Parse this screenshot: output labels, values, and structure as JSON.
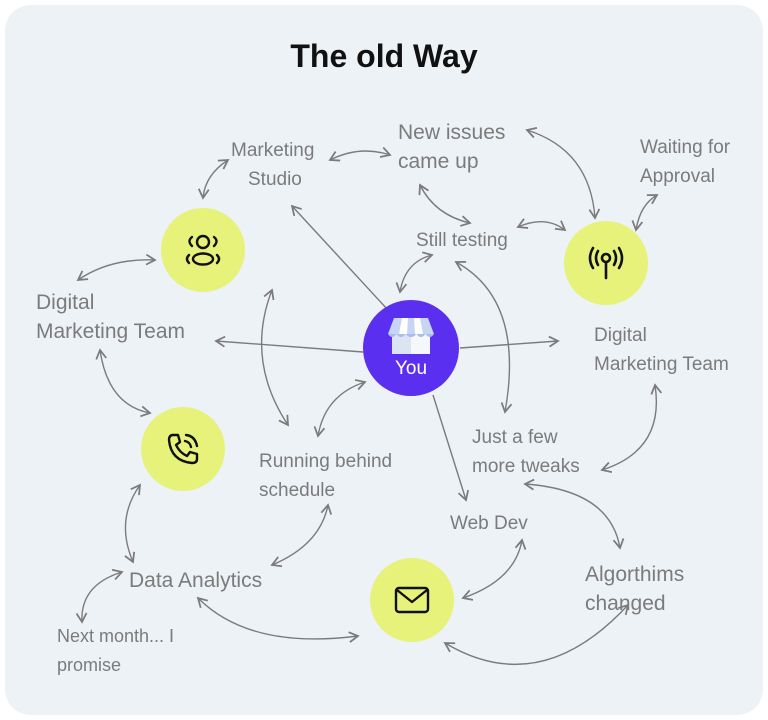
{
  "title": "The old Way",
  "center": {
    "label": "You",
    "icon": "storefront-icon",
    "color": "#5b2ff0"
  },
  "icon_nodes": [
    {
      "icon": "people-group-icon"
    },
    {
      "icon": "antenna-signal-icon"
    },
    {
      "icon": "phone-call-icon"
    },
    {
      "icon": "mail-icon"
    }
  ],
  "node_color": "#e6f27a",
  "labels": {
    "marketing_studio": [
      "Marketing",
      "Studio"
    ],
    "new_issues": [
      "New issues",
      "came up"
    ],
    "waiting_approval": [
      "Waiting for",
      "Approval"
    ],
    "still_testing": "Still testing",
    "dmt_left": [
      "Digital",
      "Marketing Team"
    ],
    "dmt_right": [
      "Digital",
      "Marketing Team"
    ],
    "few_tweaks": [
      "Just a few",
      "more tweaks"
    ],
    "running_behind": [
      "Running behind",
      "schedule"
    ],
    "web_dev": "Web Dev",
    "algorithms": [
      "Algorthims",
      "changed"
    ],
    "data_analytics": "Data Analytics",
    "next_month": [
      "Next month... I",
      "promise"
    ]
  }
}
